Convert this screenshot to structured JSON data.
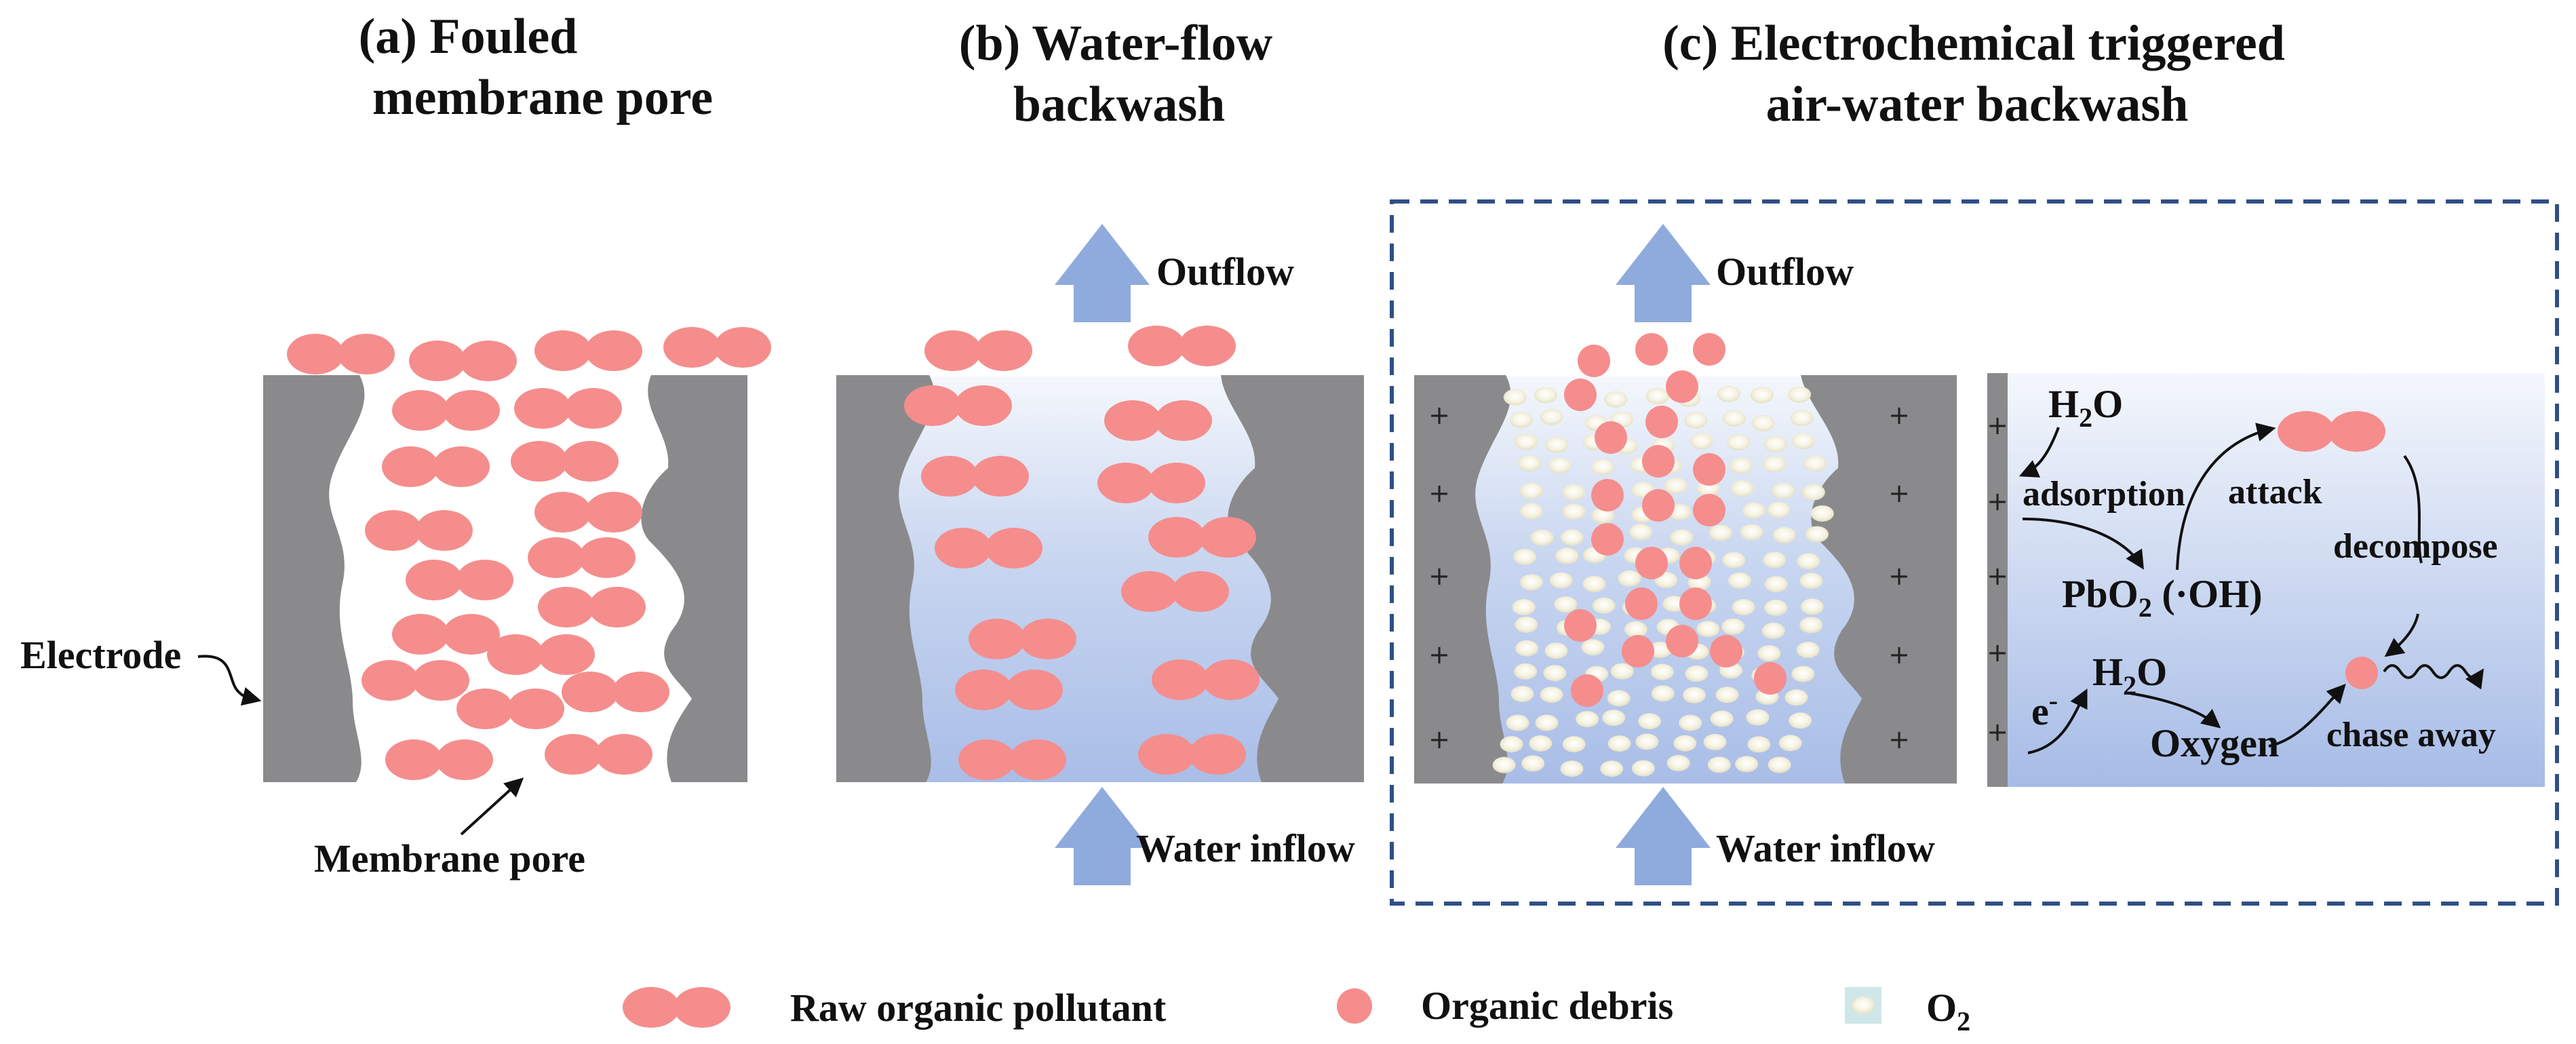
{
  "panels": {
    "a": {
      "title_line1": "(a) Fouled",
      "title_line2": "membrane pore",
      "electrode_label": "Electrode",
      "pore_label": "Membrane pore"
    },
    "b": {
      "title_line1": "(b) Water-flow",
      "title_line2": "backwash",
      "outflow_label": "Outflow",
      "inflow_label": "Water inflow"
    },
    "c": {
      "title_line1": "(c) Electrochemical triggered",
      "title_line2": "air-water backwash",
      "outflow_label": "Outflow",
      "inflow_label": "Water inflow",
      "electrode_sign": "+"
    }
  },
  "mechanism": {
    "h2o_top": {
      "main": "H",
      "sub": "2",
      "tail": "O"
    },
    "adsorption": "adsorption",
    "attack": "attack",
    "pbo2": {
      "main": "PbO",
      "sub": "2",
      "tail": " (·OH)"
    },
    "decompose": "decompose",
    "electron": {
      "main": "e",
      "sup": "-"
    },
    "h2o_bottom": {
      "main": "H",
      "sub": "2",
      "tail": "O"
    },
    "oxygen": "Oxygen",
    "chase_away": "chase away"
  },
  "legend": {
    "raw_pollutant": "Raw organic pollutant",
    "organic_debris": "Organic debris",
    "o2": {
      "main": "O",
      "sub": "2"
    }
  },
  "colors": {
    "electrode": "#8a8a8c",
    "pollutant": "#f58d8d",
    "arrow": "#8faadc",
    "water_light": "#f2f5fb",
    "water_dark": "#aabde6",
    "dash_frame": "#2f4f86",
    "bubble": "#f4f1de"
  }
}
